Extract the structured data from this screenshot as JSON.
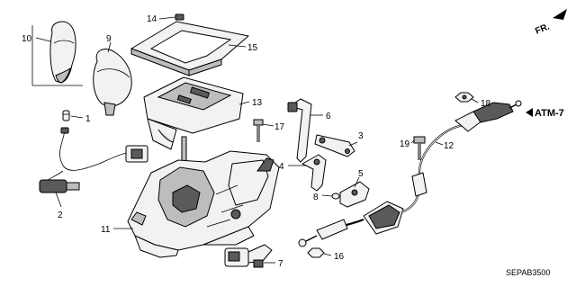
{
  "diagram": {
    "callouts": [
      "1",
      "2",
      "3",
      "4",
      "5",
      "6",
      "7",
      "8",
      "9",
      "10",
      "11",
      "12",
      "13",
      "14",
      "15",
      "16",
      "17",
      "18",
      "19"
    ],
    "reference": "ATM-7",
    "direction": "FR.",
    "code": "SEPAB3500"
  }
}
